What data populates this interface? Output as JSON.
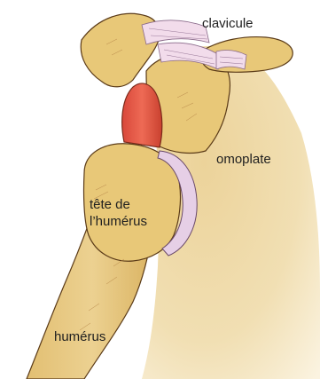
{
  "labels": {
    "clavicle": "clavicule",
    "scapula": "omoplate",
    "humeral_head_line1": "tête de",
    "humeral_head_line2": "l’humérus",
    "humerus": "humérus"
  },
  "colors": {
    "bone_light": "#eed9a2",
    "bone_mid": "#e8c878",
    "bone_shadow": "#d7a84f",
    "bone_outline": "#5b3b18",
    "cartilage": "#e6cfe6",
    "ligament": "#f2dceb",
    "muscle": "#e85f4c",
    "text": "#1f1f1f"
  }
}
